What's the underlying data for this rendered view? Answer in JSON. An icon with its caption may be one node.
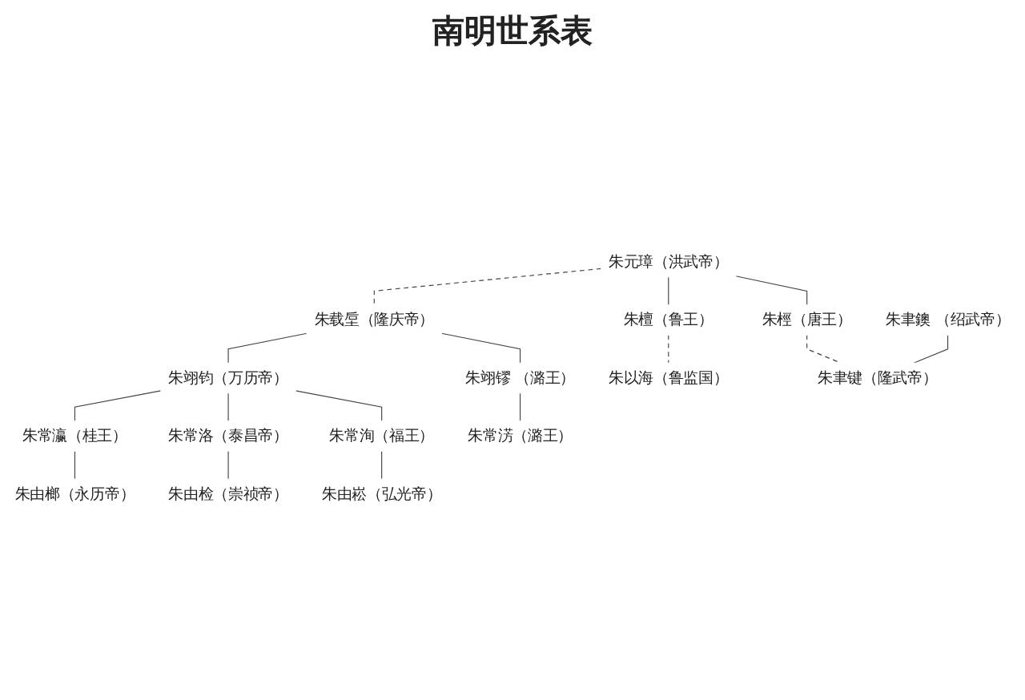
{
  "diagram": {
    "title": "南明世系表",
    "nodes": [
      {
        "text": [
          "朱元璋（洪武帝）"
        ]
      },
      {
        "text": [
          "朱檀（鲁王）"
        ]
      },
      {
        "text": [
          "朱桱（唐王）"
        ]
      },
      {
        "text": [
          "朱载垕（隆庆帝）"
        ]
      },
      {
        "text": [
          "朱翊钧（万历帝）"
        ]
      },
      {
        "text": [
          "朱翊镠 （潞王）"
        ]
      },
      {
        "text": [
          "朱常瀛（桂王）"
        ]
      },
      {
        "text": [
          "朱常洛（泰昌帝）"
        ]
      },
      {
        "text": [
          "朱常洵（福王）"
        ]
      },
      {
        "text": [
          "朱常淓（潞王）"
        ]
      },
      {
        "text": [
          "朱由榔（永历帝）"
        ]
      },
      {
        "text": [
          "朱由检（崇祯帝）"
        ]
      },
      {
        "text": [
          "朱由崧（弘光帝）"
        ]
      },
      {
        "text": [
          "朱以海（鲁监国）"
        ]
      },
      {
        "text": [
          "朱聿鐭 （绍武帝）"
        ]
      },
      {
        "text": [
          "朱聿键（隆武帝）"
        ]
      }
    ],
    "edges": [
      {
        "from": 0,
        "to": 1,
        "arrow": "none"
      },
      {
        "from": 0,
        "to": 3,
        "arrow": "none",
        "style": "dashed"
      },
      {
        "from": 0,
        "to": 2,
        "arrow": "none"
      },
      {
        "from": 3,
        "to": 4,
        "arrow": "none"
      },
      {
        "from": 3,
        "to": 5,
        "arrow": "none"
      },
      {
        "from": 4,
        "to": 6,
        "arrow": "none"
      },
      {
        "from": 4,
        "to": 7,
        "arrow": "none"
      },
      {
        "from": 4,
        "to": 8,
        "arrow": "none"
      },
      {
        "from": 5,
        "to": 9,
        "arrow": "none"
      },
      {
        "from": 6,
        "to": 10,
        "arrow": "none"
      },
      {
        "from": 7,
        "to": 11,
        "arrow": "none"
      },
      {
        "from": 8,
        "to": 12,
        "arrow": "none"
      },
      {
        "from": 1,
        "to": 13,
        "arrow": "none",
        "style": "dashed"
      },
      {
        "from": 2,
        "to": 15,
        "arrow": "none",
        "style": "dashed"
      },
      {
        "from": 14,
        "to": 15,
        "arrow": "none"
      }
    ]
  }
}
